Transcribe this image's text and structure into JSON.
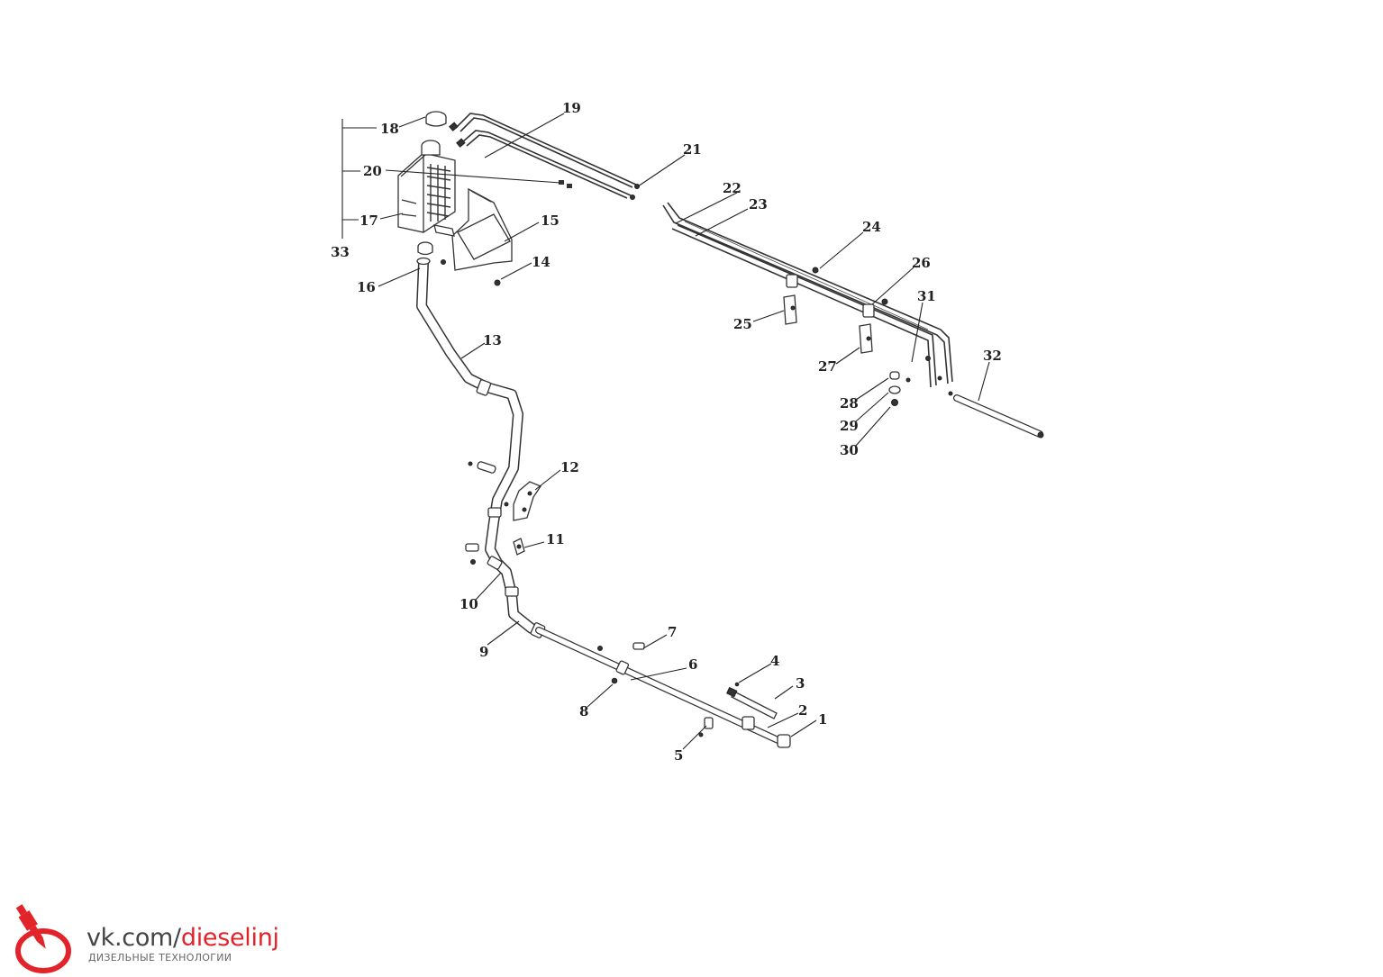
{
  "diagram": {
    "part_numbers": [
      "1",
      "2",
      "3",
      "4",
      "5",
      "6",
      "7",
      "8",
      "9",
      "10",
      "11",
      "12",
      "13",
      "14",
      "15",
      "16",
      "17",
      "18",
      "19",
      "20",
      "21",
      "22",
      "23",
      "24",
      "25",
      "26",
      "27",
      "28",
      "29",
      "30",
      "31",
      "32",
      "33"
    ],
    "assembly_number": "33"
  },
  "watermark": {
    "url_prefix": "vk.com/",
    "url_accent": "dieselinj",
    "subtitle": "ДИЗЕЛЬНЫЕ ТЕХНОЛОГИИ",
    "accent_color": "#e2232a",
    "logo_icon": "injector-logo-icon"
  }
}
